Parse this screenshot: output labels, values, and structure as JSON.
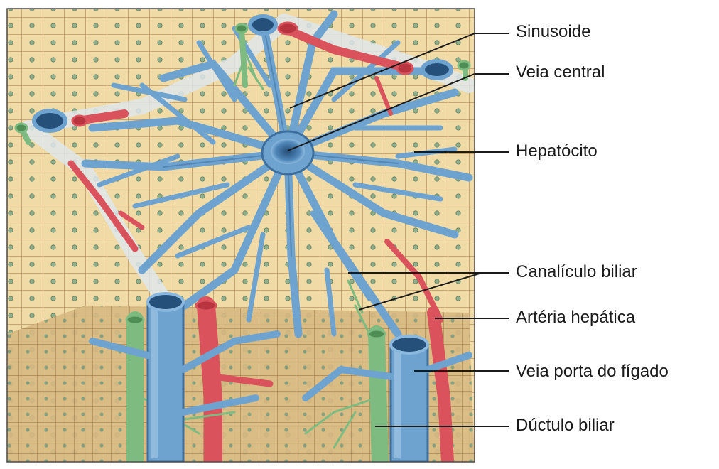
{
  "labels": [
    "Sinusoide",
    "Veia central",
    "Hepatócito",
    "Canalículo biliar",
    "Artéria hepática",
    "Veia porta do fígado",
    "Dúctulo biliar"
  ],
  "colors": {
    "hepatocyte": "#f0dba6",
    "hepatocyte_border": "#b0875a",
    "nucleus": "#7f9f84",
    "vein": "#6ea3d0",
    "vein_dark": "#3d6f9e",
    "artery": "#d9525c",
    "bile": "#7dbb80",
    "frame": "#4a4a4a"
  }
}
